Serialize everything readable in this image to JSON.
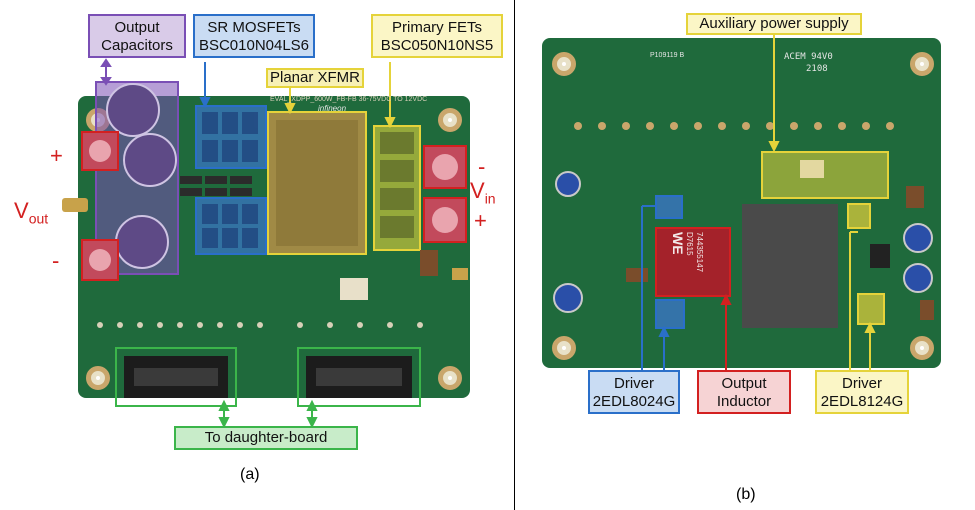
{
  "panel_a": {
    "caption": "(a)",
    "labels": {
      "output_capacitors": "Output\nCapacitors",
      "sr_mosfets": "SR MOSFETs\nBSC010N04LS6",
      "planar_xfmr": "Planar XFMR",
      "primary_fets": "Primary FETs\nBSC050N10NS5",
      "to_daughter_board": "To daughter-board"
    },
    "vout": {
      "symbol": "V",
      "sub": "out",
      "plus": "+",
      "minus": "-"
    },
    "vin": {
      "symbol": "V",
      "sub": "in",
      "plus": "+",
      "minus": "-"
    },
    "board_text": {
      "title": "EVAL_XDPP_600W_FB-FB  36-75VDC TO 12VDC",
      "brand": "infineon"
    }
  },
  "panel_b": {
    "caption": "(b)",
    "labels": {
      "aux_power": "Auxiliary power supply",
      "driver_left": "Driver\n2EDL8024G",
      "output_inductor": "Output\nInductor",
      "driver_right": "Driver\n2EDL8124G"
    },
    "board_text": {
      "code": "ACEM 94V0",
      "year": "2108",
      "pn": "P109119 B",
      "inductor_brand": "WE",
      "inductor_pn": "744355147\nD7615"
    }
  },
  "colors": {
    "purple": "#7a4fb5",
    "blue": "#2a6fc9",
    "yellow": "#e5d33a",
    "green": "#3bb54a",
    "red": "#d32020",
    "board": "#1f6a3c"
  }
}
